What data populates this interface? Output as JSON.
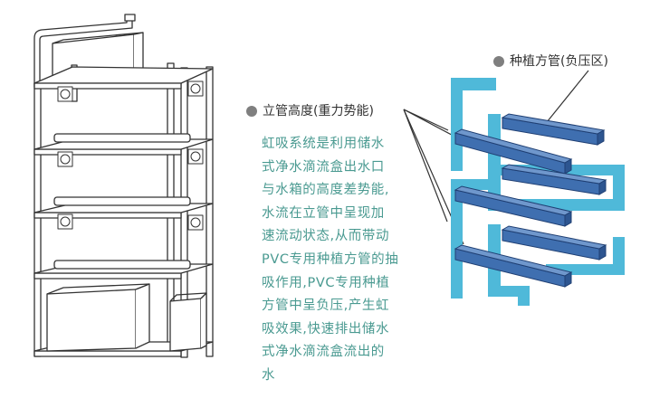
{
  "labels": {
    "pipe_label": "种植方管(负压区)",
    "standpipe_label": "立管高度(重力势能)"
  },
  "description_lines": [
    "虹吸系统是利用储水",
    "式净水滴流盒出水口",
    "与水箱的高度差势能,",
    "水流在立管中呈现加",
    "速流动状态,从而带动",
    "PVC专用种植方管的抽",
    "吸作用,PVC专用种植",
    "方管中呈负压,产生虹",
    "吸效果,快速排出储水",
    "式净水滴流盒流出的",
    "水"
  ],
  "colors": {
    "line": "#333333",
    "accent_text": "#4a9a91",
    "standpipe": "#4fb9d9",
    "square_pipe": "#3f6fb0",
    "bullet": "#7f7f7f"
  }
}
